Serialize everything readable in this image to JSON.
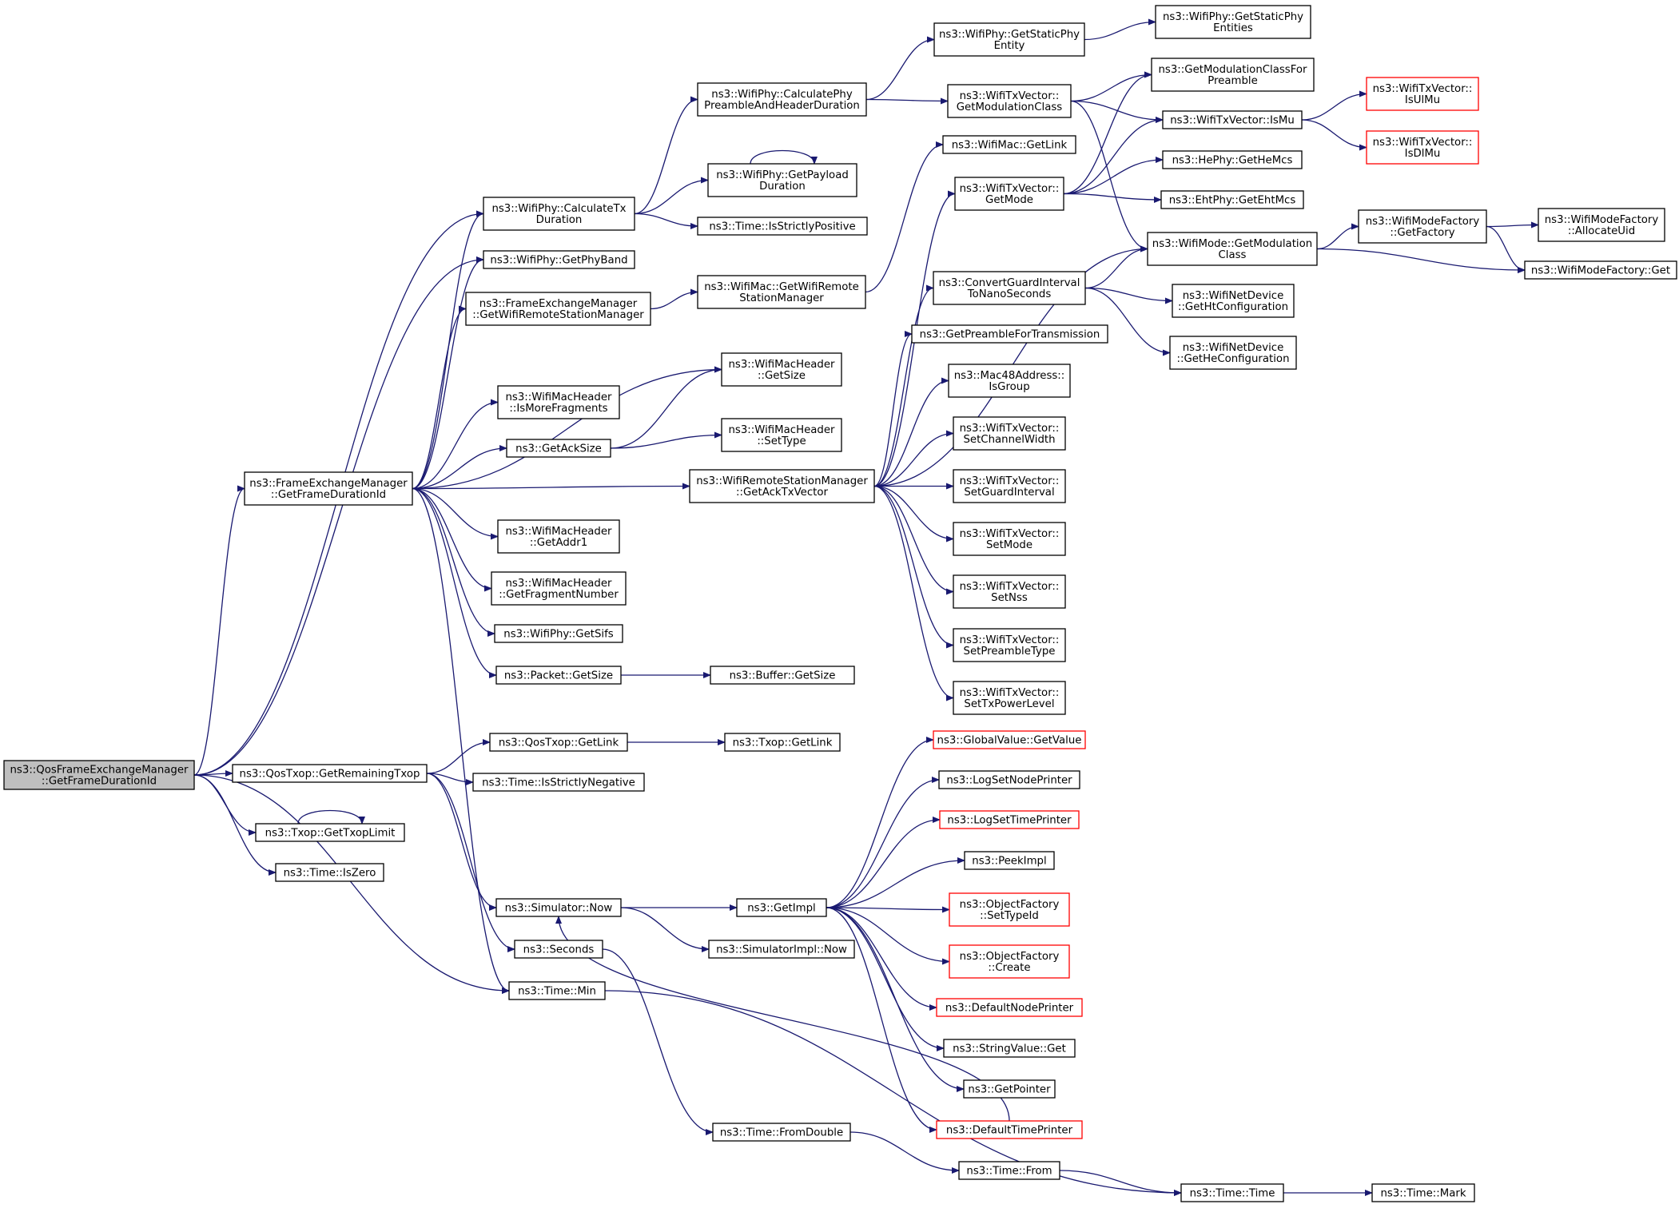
{
  "graph": {
    "edge_color": "#191970",
    "node_border_color": "#000000",
    "truncated_border_color": "#ff0000",
    "root_fill_color": "#bfbfbf",
    "nodes": [
      {
        "id": "root",
        "lines": [
          "ns3::QosFrameExchangeManager",
          "::GetFrameDurationId"
        ],
        "style": "root"
      },
      {
        "id": "fem_gfd",
        "lines": [
          "ns3::FrameExchangeManager",
          "::GetFrameDurationId"
        ]
      },
      {
        "id": "qtx_rem",
        "lines": [
          "ns3::QosTxop::GetRemainingTxop"
        ]
      },
      {
        "id": "txop_lim",
        "lines": [
          "ns3::Txop::GetTxopLimit"
        ]
      },
      {
        "id": "time_zero",
        "lines": [
          "ns3::Time::IsZero"
        ]
      },
      {
        "id": "time_min",
        "lines": [
          "ns3::Time::Min"
        ]
      },
      {
        "id": "phy_ctd",
        "lines": [
          "ns3::WifiPhy::CalculateTx",
          "Duration"
        ]
      },
      {
        "id": "phy_band",
        "lines": [
          "ns3::WifiPhy::GetPhyBand"
        ]
      },
      {
        "id": "fem_gwrsm",
        "lines": [
          "ns3::FrameExchangeManager",
          "::GetWifiRemoteStationManager"
        ]
      },
      {
        "id": "hdr_morefrag",
        "lines": [
          "ns3::WifiMacHeader",
          "::IsMoreFragments"
        ]
      },
      {
        "id": "ack_size",
        "lines": [
          "ns3::GetAckSize"
        ]
      },
      {
        "id": "hdr_addr1",
        "lines": [
          "ns3::WifiMacHeader",
          "::GetAddr1"
        ]
      },
      {
        "id": "hdr_fragnum",
        "lines": [
          "ns3::WifiMacHeader",
          "::GetFragmentNumber"
        ]
      },
      {
        "id": "phy_sifs",
        "lines": [
          "ns3::WifiPhy::GetSifs"
        ]
      },
      {
        "id": "pkt_size",
        "lines": [
          "ns3::Packet::GetSize"
        ]
      },
      {
        "id": "qtx_link",
        "lines": [
          "ns3::QosTxop::GetLink"
        ]
      },
      {
        "id": "time_neg",
        "lines": [
          "ns3::Time::IsStrictlyNegative"
        ]
      },
      {
        "id": "sim_now",
        "lines": [
          "ns3::Simulator::Now"
        ]
      },
      {
        "id": "seconds",
        "lines": [
          "ns3::Seconds"
        ]
      },
      {
        "id": "phy_cpre",
        "lines": [
          "ns3::WifiPhy::CalculatePhy",
          "PreambleAndHeaderDuration"
        ]
      },
      {
        "id": "phy_payload",
        "lines": [
          "ns3::WifiPhy::GetPayload",
          "Duration"
        ]
      },
      {
        "id": "time_pos",
        "lines": [
          "ns3::Time::IsStrictlyPositive"
        ]
      },
      {
        "id": "mac_gwrsm",
        "lines": [
          "ns3::WifiMac::GetWifiRemote",
          "StationManager"
        ]
      },
      {
        "id": "hdr_size",
        "lines": [
          "ns3::WifiMacHeader",
          "::GetSize"
        ]
      },
      {
        "id": "hdr_type",
        "lines": [
          "ns3::WifiMacHeader",
          "::SetType"
        ]
      },
      {
        "id": "rsm_ack",
        "lines": [
          "ns3::WifiRemoteStationManager",
          "::GetAckTxVector"
        ]
      },
      {
        "id": "buf_size",
        "lines": [
          "ns3::Buffer::GetSize"
        ]
      },
      {
        "id": "txop_link",
        "lines": [
          "ns3::Txop::GetLink"
        ]
      },
      {
        "id": "get_impl",
        "lines": [
          "ns3::GetImpl"
        ]
      },
      {
        "id": "simimpl_now",
        "lines": [
          "ns3::SimulatorImpl::Now"
        ]
      },
      {
        "id": "time_fromdbl",
        "lines": [
          "ns3::Time::FromDouble"
        ]
      },
      {
        "id": "phy_statent",
        "lines": [
          "ns3::WifiPhy::GetStaticPhy",
          "Entity"
        ]
      },
      {
        "id": "tv_modcls",
        "lines": [
          "ns3::WifiTxVector::",
          "GetModulationClass"
        ]
      },
      {
        "id": "mac_link",
        "lines": [
          "ns3::WifiMac::GetLink"
        ]
      },
      {
        "id": "tv_getmode",
        "lines": [
          "ns3::WifiTxVector::",
          "GetMode"
        ]
      },
      {
        "id": "conv_gi",
        "lines": [
          "ns3::ConvertGuardInterval",
          "ToNanoSeconds"
        ]
      },
      {
        "id": "get_preamble",
        "lines": [
          "ns3::GetPreambleForTransmission"
        ]
      },
      {
        "id": "mac48_group",
        "lines": [
          "ns3::Mac48Address::",
          "IsGroup"
        ]
      },
      {
        "id": "tv_chw",
        "lines": [
          "ns3::WifiTxVector::",
          "SetChannelWidth"
        ]
      },
      {
        "id": "tv_sgi",
        "lines": [
          "ns3::WifiTxVector::",
          "SetGuardInterval"
        ]
      },
      {
        "id": "tv_setmode",
        "lines": [
          "ns3::WifiTxVector::",
          "SetMode"
        ]
      },
      {
        "id": "tv_nss",
        "lines": [
          "ns3::WifiTxVector::",
          "SetNss"
        ]
      },
      {
        "id": "tv_pretype",
        "lines": [
          "ns3::WifiTxVector::",
          "SetPreambleType"
        ]
      },
      {
        "id": "tv_txpow",
        "lines": [
          "ns3::WifiTxVector::",
          "SetTxPowerLevel"
        ]
      },
      {
        "id": "gv_get",
        "lines": [
          "ns3::GlobalValue::GetValue"
        ],
        "style": "trunc"
      },
      {
        "id": "log_node",
        "lines": [
          "ns3::LogSetNodePrinter"
        ]
      },
      {
        "id": "log_time",
        "lines": [
          "ns3::LogSetTimePrinter"
        ],
        "style": "trunc"
      },
      {
        "id": "peek_impl",
        "lines": [
          "ns3::PeekImpl"
        ]
      },
      {
        "id": "of_settype",
        "lines": [
          "ns3::ObjectFactory",
          "::SetTypeId"
        ],
        "style": "trunc"
      },
      {
        "id": "of_create",
        "lines": [
          "ns3::ObjectFactory",
          "::Create"
        ],
        "style": "trunc"
      },
      {
        "id": "def_node",
        "lines": [
          "ns3::DefaultNodePrinter"
        ],
        "style": "trunc"
      },
      {
        "id": "str_get",
        "lines": [
          "ns3::StringValue::Get"
        ]
      },
      {
        "id": "get_ptr",
        "lines": [
          "ns3::GetPointer"
        ]
      },
      {
        "id": "def_time",
        "lines": [
          "ns3::DefaultTimePrinter"
        ],
        "style": "trunc"
      },
      {
        "id": "time_from",
        "lines": [
          "ns3::Time::From"
        ]
      },
      {
        "id": "phy_statents",
        "lines": [
          "ns3::WifiPhy::GetStaticPhy",
          "Entities"
        ]
      },
      {
        "id": "modcls_pre",
        "lines": [
          "ns3::GetModulationClassFor",
          "Preamble"
        ]
      },
      {
        "id": "tv_ismu",
        "lines": [
          "ns3::WifiTxVector::IsMu"
        ]
      },
      {
        "id": "he_mcs",
        "lines": [
          "ns3::HePhy::GetHeMcs"
        ]
      },
      {
        "id": "eht_mcs",
        "lines": [
          "ns3::EhtPhy::GetEhtMcs"
        ]
      },
      {
        "id": "wm_modcls",
        "lines": [
          "ns3::WifiMode::GetModulation",
          "Class"
        ]
      },
      {
        "id": "nd_ht",
        "lines": [
          "ns3::WifiNetDevice",
          "::GetHtConfiguration"
        ]
      },
      {
        "id": "nd_he",
        "lines": [
          "ns3::WifiNetDevice",
          "::GetHeConfiguration"
        ]
      },
      {
        "id": "time_time",
        "lines": [
          "ns3::Time::Time"
        ]
      },
      {
        "id": "tv_isulmu",
        "lines": [
          "ns3::WifiTxVector::",
          "IsUlMu"
        ],
        "style": "trunc"
      },
      {
        "id": "tv_isdlmu",
        "lines": [
          "ns3::WifiTxVector::",
          "IsDlMu"
        ],
        "style": "trunc"
      },
      {
        "id": "wmf_getfac",
        "lines": [
          "ns3::WifiModeFactory",
          "::GetFactory"
        ]
      },
      {
        "id": "wmf_get",
        "lines": [
          "ns3::WifiModeFactory::Get"
        ]
      },
      {
        "id": "wmf_alloc",
        "lines": [
          "ns3::WifiModeFactory",
          "::AllocateUid"
        ]
      },
      {
        "id": "time_mark",
        "lines": [
          "ns3::Time::Mark"
        ]
      }
    ],
    "edges": [
      [
        "root",
        "phy_ctd"
      ],
      [
        "root",
        "phy_band"
      ],
      [
        "root",
        "fem_gfd"
      ],
      [
        "root",
        "qtx_rem"
      ],
      [
        "root",
        "txop_lim"
      ],
      [
        "root",
        "time_zero"
      ],
      [
        "root",
        "time_min"
      ],
      [
        "fem_gfd",
        "phy_ctd"
      ],
      [
        "fem_gfd",
        "phy_band"
      ],
      [
        "fem_gfd",
        "fem_gwrsm"
      ],
      [
        "fem_gfd",
        "hdr_size"
      ],
      [
        "fem_gfd",
        "hdr_morefrag"
      ],
      [
        "fem_gfd",
        "ack_size"
      ],
      [
        "fem_gfd",
        "rsm_ack"
      ],
      [
        "fem_gfd",
        "hdr_addr1"
      ],
      [
        "fem_gfd",
        "hdr_fragnum"
      ],
      [
        "fem_gfd",
        "phy_sifs"
      ],
      [
        "fem_gfd",
        "pkt_size"
      ],
      [
        "fem_gfd",
        "time_min"
      ],
      [
        "qtx_rem",
        "qtx_link"
      ],
      [
        "qtx_rem",
        "time_neg"
      ],
      [
        "qtx_rem",
        "sim_now"
      ],
      [
        "qtx_rem",
        "seconds"
      ],
      [
        "txop_lim",
        "txop_lim"
      ],
      [
        "time_min",
        "time_time"
      ],
      [
        "phy_ctd",
        "phy_cpre"
      ],
      [
        "phy_ctd",
        "phy_payload"
      ],
      [
        "phy_ctd",
        "time_pos"
      ],
      [
        "phy_payload",
        "phy_payload"
      ],
      [
        "phy_cpre",
        "phy_statent"
      ],
      [
        "phy_cpre",
        "tv_modcls"
      ],
      [
        "phy_statent",
        "phy_statents"
      ],
      [
        "fem_gwrsm",
        "mac_gwrsm"
      ],
      [
        "mac_gwrsm",
        "mac_link"
      ],
      [
        "ack_size",
        "hdr_size"
      ],
      [
        "ack_size",
        "hdr_type"
      ],
      [
        "pkt_size",
        "buf_size"
      ],
      [
        "qtx_link",
        "txop_link"
      ],
      [
        "sim_now",
        "get_impl"
      ],
      [
        "sim_now",
        "simimpl_now"
      ],
      [
        "seconds",
        "time_fromdbl"
      ],
      [
        "rsm_ack",
        "tv_getmode"
      ],
      [
        "rsm_ack",
        "wm_modcls"
      ],
      [
        "rsm_ack",
        "conv_gi"
      ],
      [
        "rsm_ack",
        "get_preamble"
      ],
      [
        "rsm_ack",
        "mac48_group"
      ],
      [
        "rsm_ack",
        "tv_chw"
      ],
      [
        "rsm_ack",
        "tv_sgi"
      ],
      [
        "rsm_ack",
        "tv_setmode"
      ],
      [
        "rsm_ack",
        "tv_nss"
      ],
      [
        "rsm_ack",
        "tv_pretype"
      ],
      [
        "rsm_ack",
        "tv_txpow"
      ],
      [
        "tv_modcls",
        "modcls_pre"
      ],
      [
        "tv_modcls",
        "tv_ismu"
      ],
      [
        "tv_modcls",
        "wm_modcls"
      ],
      [
        "tv_getmode",
        "modcls_pre"
      ],
      [
        "tv_getmode",
        "tv_ismu"
      ],
      [
        "tv_getmode",
        "he_mcs"
      ],
      [
        "tv_getmode",
        "eht_mcs"
      ],
      [
        "conv_gi",
        "wm_modcls"
      ],
      [
        "conv_gi",
        "nd_ht"
      ],
      [
        "conv_gi",
        "nd_he"
      ],
      [
        "tv_ismu",
        "tv_isulmu"
      ],
      [
        "tv_ismu",
        "tv_isdlmu"
      ],
      [
        "wm_modcls",
        "wmf_getfac"
      ],
      [
        "wm_modcls",
        "wmf_get"
      ],
      [
        "wmf_getfac",
        "wmf_alloc"
      ],
      [
        "wmf_getfac",
        "wmf_get"
      ],
      [
        "get_impl",
        "gv_get"
      ],
      [
        "get_impl",
        "log_node"
      ],
      [
        "get_impl",
        "log_time"
      ],
      [
        "get_impl",
        "peek_impl"
      ],
      [
        "get_impl",
        "of_settype"
      ],
      [
        "get_impl",
        "of_create"
      ],
      [
        "get_impl",
        "def_node"
      ],
      [
        "get_impl",
        "str_get"
      ],
      [
        "get_impl",
        "get_ptr"
      ],
      [
        "get_impl",
        "def_time"
      ],
      [
        "def_time",
        "sim_now"
      ],
      [
        "time_fromdbl",
        "time_from"
      ],
      [
        "time_from",
        "time_time"
      ],
      [
        "time_time",
        "time_mark"
      ]
    ]
  }
}
